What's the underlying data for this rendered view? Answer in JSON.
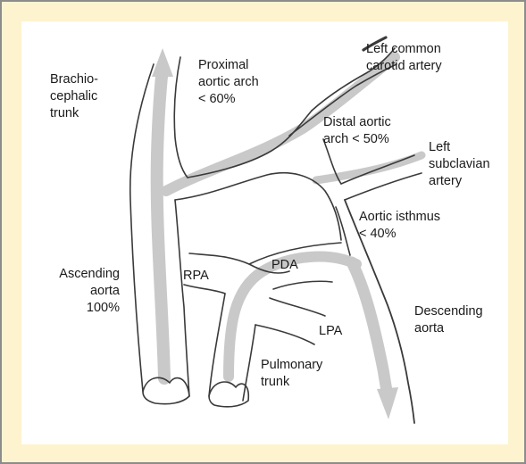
{
  "labels": {
    "brachiocephalic": "Brachio-\ncephalic\ntrunk",
    "proximal_arch": "Proximal\naortic arch\n< 60%",
    "left_common_carotid": "Left common\ncarotid artery",
    "distal_arch": "Distal aortic\narch < 50%",
    "left_subclavian": "Left\nsubclavian\nartery",
    "aortic_isthmus": "Aortic isthmus\n< 40%",
    "ascending_aorta": "Ascending\naorta\n100%",
    "rpa": "RPA",
    "pda": "PDA",
    "lpa": "LPA",
    "descending_aorta": "Descending\naorta",
    "pulmonary_trunk": "Pulmonary\ntrunk"
  },
  "colors": {
    "frame_background": "#fdf3cf",
    "frame_border": "#8c8c8c",
    "vessel_outline": "#3a3a3a",
    "flow_arrow": "#c9c9c9",
    "text": "#1a1a1a"
  }
}
